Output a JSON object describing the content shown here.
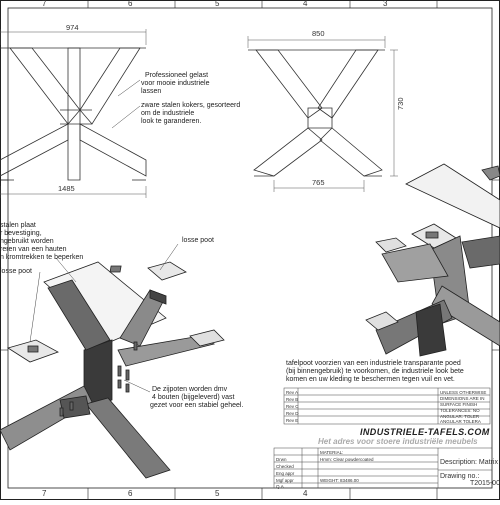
{
  "zones_top": [
    "7",
    "6",
    "5",
    "4",
    "3"
  ],
  "dimensions": {
    "front_top": "974",
    "front_bottom": "1485",
    "side_top": "850",
    "side_height": "730",
    "side_bottom": "765"
  },
  "notes": {
    "weld": [
      "Professioneel gelast",
      "voor mooie industriele",
      "lassen"
    ],
    "tubes": [
      "zware stalen kokers, gesorteerd",
      "om de industriele",
      "look te garanderen."
    ],
    "plate": [
      "stalen plaat",
      "r bevestiging,",
      "ngebruikt worden",
      "reren van een hauten",
      "n kromtrekken te beperken"
    ],
    "loose_foot_right": "losse poot",
    "loose_foot_left": "losse poot",
    "bolts": [
      "De zijpoten worden dmv",
      "4 bouten (bijgeleverd) vast",
      "gezet voor een stabiel geheel."
    ],
    "coating": [
      "tafelpoot voorzien van een industriele transparante poed",
      "(bij binnengebruik) te voorkomen, de industriele look bete",
      "komen en uw kleding te beschermen tegen vuil en vet."
    ]
  },
  "brand": {
    "site": "INDUSTRIELE-TAFELS.COM",
    "tagline": "Het adres voor stoere industriële meubels"
  },
  "revisions": [
    "Rev A",
    "Rev B",
    "Rev C",
    "Rev D",
    "Rev E"
  ],
  "title_block": {
    "general_notes": [
      "UNLESS OTHERWISE",
      "DIMENSIONS ARE IN",
      "SURFACE FINISH",
      "TOLERANCES: NO",
      "ANGULAR: TOLER",
      "ANGULAR TOLERA"
    ],
    "row_labels": [
      "Drwn",
      "Checked",
      "Eng appr",
      "Mgf appr",
      "Q.A"
    ],
    "material_label": "MATERIAL:",
    "material_value": "Hmm: Clear powdercoated",
    "weight_label": "WEIGHT: 83486.00",
    "description": "Description: Matrix ta",
    "drawing_no_label": "Drawing no.:",
    "drawing_no": "T2015-00"
  }
}
